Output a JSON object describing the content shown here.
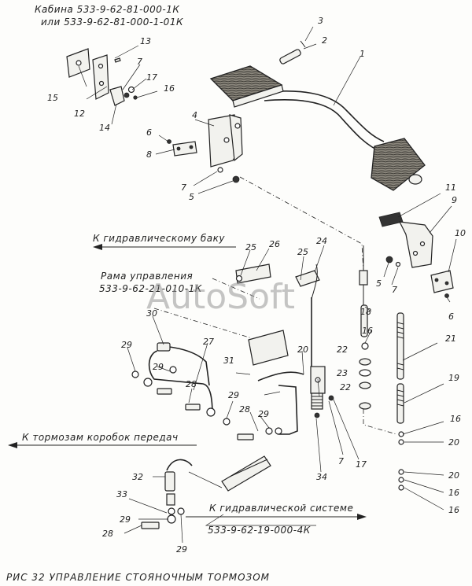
{
  "header": {
    "cab_line1": "Кабина 533-9-62-81-000-1К",
    "cab_line2": "или 533-9-62-81-000-1-01К"
  },
  "annotations": {
    "to_hydraulic_tank": "К гидравлическому баку",
    "control_frame_line1": "Рама управления",
    "control_frame_line2": "533-9-62-21-010-1К",
    "to_gearbox_brakes": "К тормозам коробок передач",
    "to_hydraulic_system": "К гидравлической системе",
    "hydraulic_system_code": "533-9-62-19-000-4К"
  },
  "watermark": "AutoSoft",
  "caption": "РИС 32  УПРАВЛЕНИЕ СТОЯНОЧНЫМ ТОРМОЗОМ",
  "part_numbers": {
    "p1": "1",
    "p2": "2",
    "p3": "3",
    "p4": "4",
    "p5a": "5",
    "p5b": "5",
    "p6a": "6",
    "p6b": "6",
    "p7a": "7",
    "p7b": "7",
    "p7c": "7",
    "p7d": "7",
    "p8": "8",
    "p9": "9",
    "p10": "10",
    "p11": "11",
    "p12": "12",
    "p13": "13",
    "p14": "14",
    "p15": "15",
    "p16a": "16",
    "p16b": "16",
    "p16c": "16",
    "p16d": "16",
    "p16e": "16",
    "p17a": "17",
    "p17b": "17",
    "p18": "18",
    "p19": "19",
    "p20a": "20",
    "p20b": "20",
    "p20c": "20",
    "p21": "21",
    "p22a": "22",
    "p22b": "22",
    "p23": "23",
    "p24": "24",
    "p25a": "25",
    "p25b": "25",
    "p26": "26",
    "p27": "27",
    "p28a": "28",
    "p28b": "28",
    "p28c": "28",
    "p29a": "29",
    "p29b": "29",
    "p29c": "29",
    "p29d": "29",
    "p29e": "29",
    "p29f": "29",
    "p30": "30",
    "p31": "31",
    "p32": "32",
    "p33": "33",
    "p34": "34"
  }
}
